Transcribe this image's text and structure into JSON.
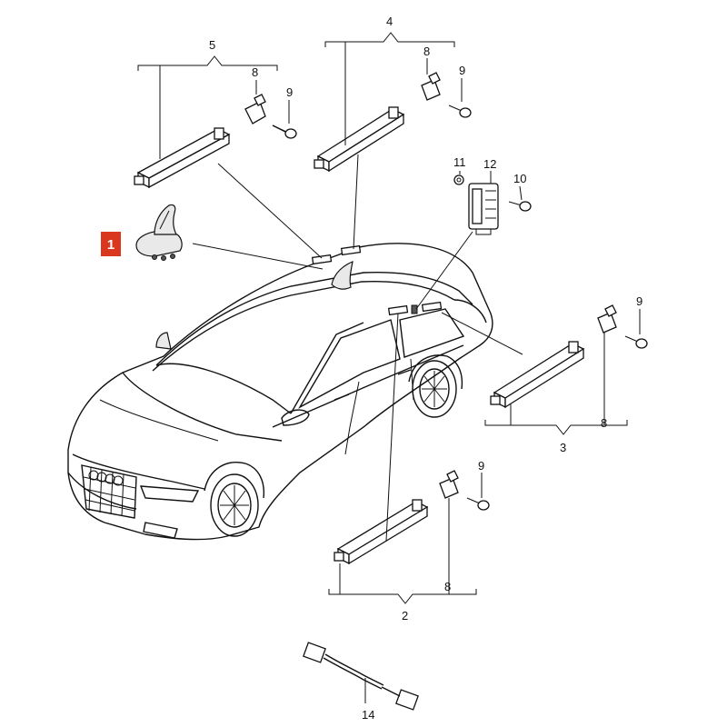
{
  "highlight": {
    "label": "1",
    "color": "#d9381e"
  },
  "callouts": {
    "c2": "2",
    "c3": "3",
    "c4": "4",
    "c5": "5",
    "c8a": "8",
    "c8b": "8",
    "c8c": "8",
    "c8d": "8",
    "c9a": "9",
    "c9b": "9",
    "c9c": "9",
    "c9d": "9",
    "c10": "10",
    "c11": "11",
    "c12": "12",
    "c14": "14"
  }
}
